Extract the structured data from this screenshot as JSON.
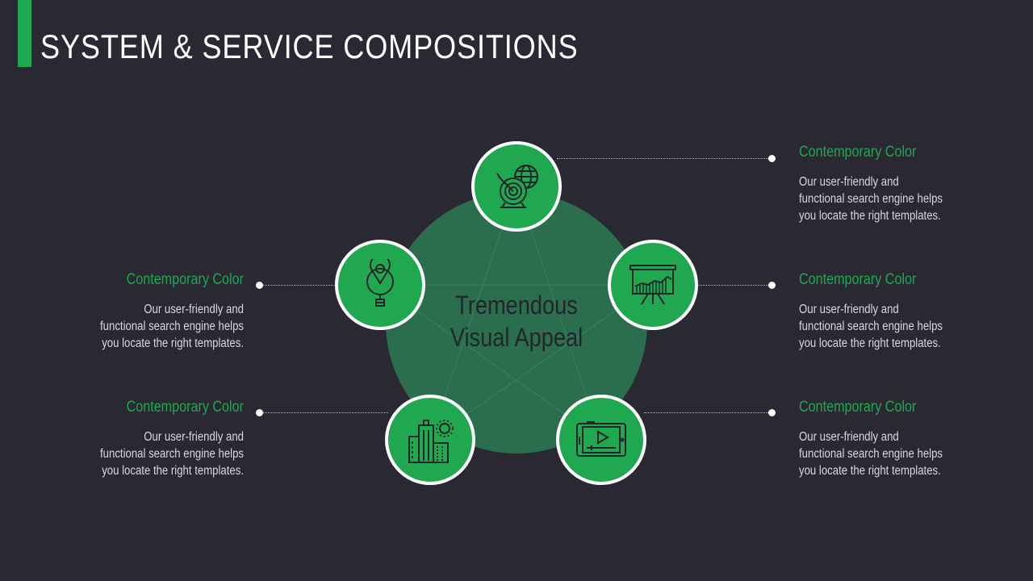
{
  "header": {
    "title": "SYSTEM & SERVICE COMPOSITIONS"
  },
  "center": {
    "line1": "Tremendous",
    "line2": "Visual Appeal"
  },
  "colors": {
    "background": "#2a2833",
    "accent": "#1fa84f",
    "big_circle": "#2a6e4e"
  },
  "items": [
    {
      "icon": "target-globe-icon",
      "title": "Contemporary  Color",
      "body": [
        "Our user-friendly and",
        "functional search  engine helps",
        "you locate the right templates."
      ]
    },
    {
      "icon": "presentation-chart-icon",
      "title": "Contemporary  Color",
      "body": [
        "Our user-friendly and",
        "functional search  engine helps",
        "you locate the right templates."
      ]
    },
    {
      "icon": "video-tablet-icon",
      "title": "Contemporary  Color",
      "body": [
        "Our user-friendly and",
        "functional search  engine helps",
        "you locate the right templates."
      ]
    },
    {
      "icon": "location-pin-icon",
      "title": "Contemporary  Color",
      "body": [
        "Our user-friendly and",
        "functional search  engine helps",
        "you locate the right templates."
      ]
    },
    {
      "icon": "city-buildings-icon",
      "title": "Contemporary  Color",
      "body": [
        "Our user-friendly and",
        "functional search  engine helps",
        "you locate the right templates."
      ]
    }
  ]
}
